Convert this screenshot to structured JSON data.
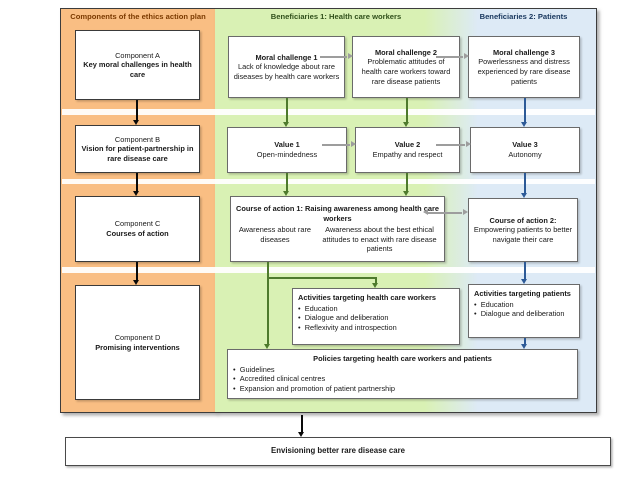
{
  "left_panel": {
    "header": "Components of the ethics action plan",
    "components": [
      {
        "line1": "Component A",
        "line2": "Key moral challenges in health care"
      },
      {
        "line1": "Component B",
        "line2": "Vision for patient-partnership in rare disease care"
      },
      {
        "line1": "Component C",
        "line2": "Courses of action"
      },
      {
        "line1": "Component D",
        "line2": "Promising interventions"
      }
    ]
  },
  "headers": {
    "beneficiaries1": "Beneficiaries 1: Health care workers",
    "beneficiaries2": "Beneficiaries 2: Patients"
  },
  "challenges": [
    {
      "title": "Moral challenge 1",
      "body": "Lack of knowledge about rare diseases by health care workers"
    },
    {
      "title": "Moral challenge 2",
      "body": "Problematic attitudes of health care workers toward rare disease patients"
    },
    {
      "title": "Moral challenge 3",
      "body": "Powerlessness and distress experienced by rare disease patients"
    }
  ],
  "values": [
    {
      "title": "Value 1",
      "body": "Open-mindedness"
    },
    {
      "title": "Value 2",
      "body": "Empathy and respect"
    },
    {
      "title": "Value 3",
      "body": "Autonomy"
    }
  ],
  "courses": {
    "course1": {
      "title": "Course of action 1: Raising awareness among health care workers",
      "sub_left": "Awareness about rare diseases",
      "sub_right": "Awareness about the best ethical attitudes to enact with rare disease patients"
    },
    "course2": {
      "title": "Course of action 2:",
      "body": "Empowering patients to better navigate their care"
    }
  },
  "activities": {
    "hcw": {
      "title": "Activities targeting health care workers",
      "items": [
        "Education",
        "Dialogue and deliberation",
        "Reflexivity and introspection"
      ]
    },
    "patients": {
      "title": "Activities targeting patients",
      "items": [
        "Education",
        "Dialogue and deliberation"
      ]
    }
  },
  "policies": {
    "title": "Policies targeting health care workers and patients",
    "items": [
      "Guidelines",
      "Accredited clinical centres",
      "Expansion and promotion of patient partnership"
    ]
  },
  "footer": {
    "title": "Envisioning better rare disease care"
  },
  "colors": {
    "left_panel_bg": "#F9BE83",
    "workers_panel_bg": "#D9F1B4",
    "patients_panel_bg": "#DDEAF6",
    "green_arrow": "#4E7A2D",
    "blue_arrow": "#2D5A97",
    "gray_arrow": "#9D9D9D",
    "black_arrow": "#0A0A0A"
  }
}
